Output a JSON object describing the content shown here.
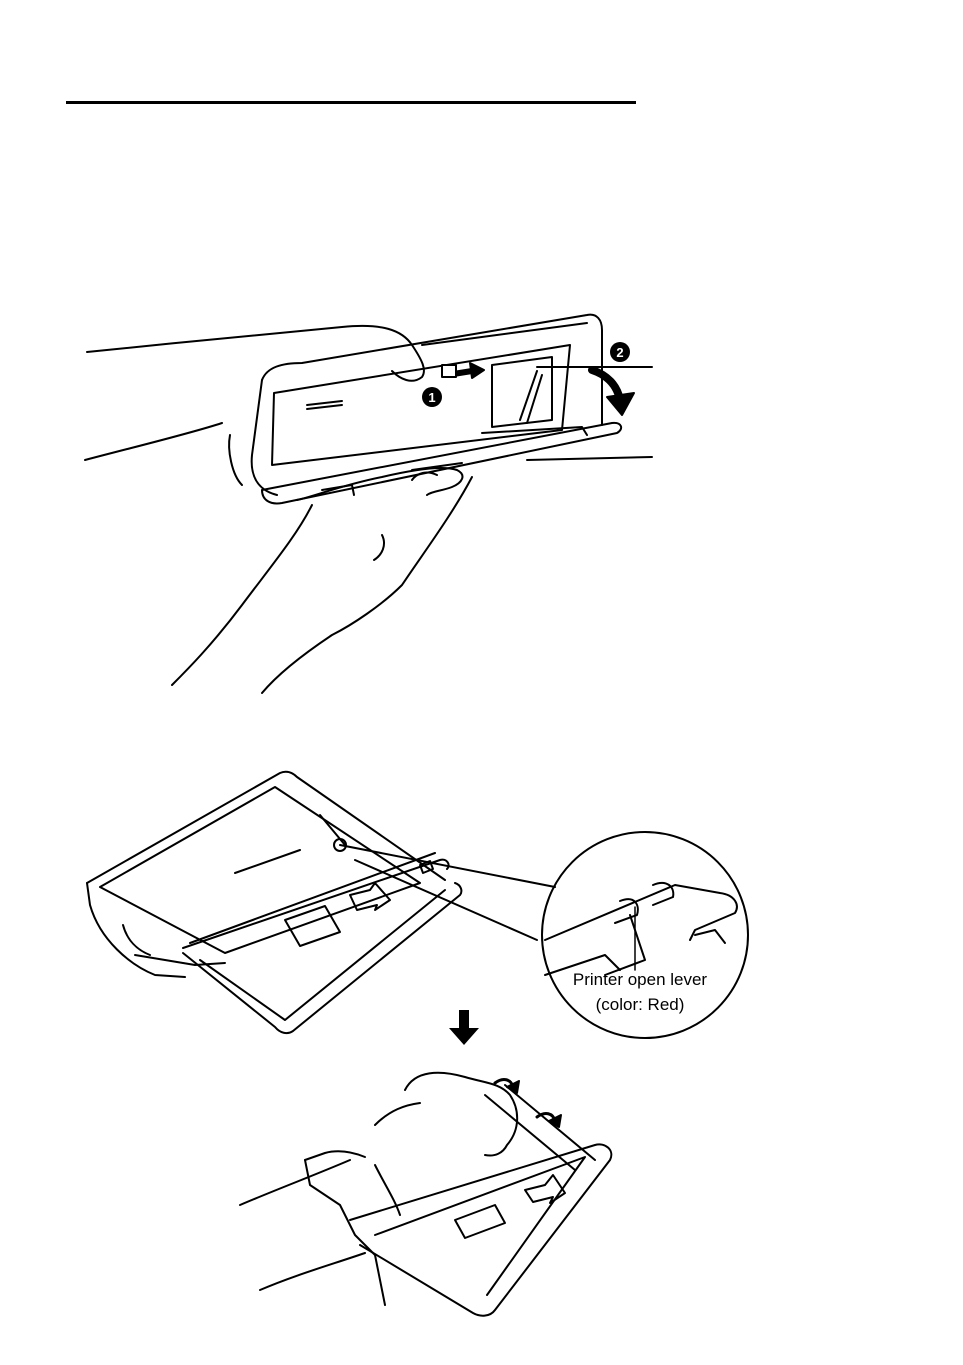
{
  "figure1": {
    "steps": [
      {
        "number": "1"
      },
      {
        "number": "2"
      }
    ]
  },
  "figure2": {
    "callout_label_line1": "Printer open lever",
    "callout_label_line2": "(color:  Red)"
  }
}
